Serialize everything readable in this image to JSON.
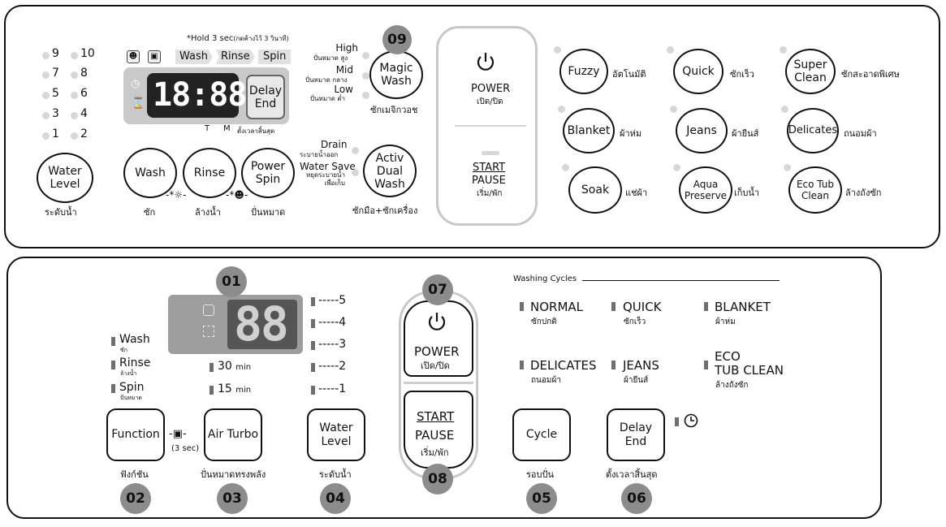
{
  "top": {
    "water_levels": [
      "9",
      "10",
      "7",
      "8",
      "5",
      "6",
      "3",
      "4",
      "1",
      "2"
    ],
    "hold_note": "*Hold 3 sec",
    "hold_note_th": "(กดค้างไว้ 3 วินาที)",
    "steps": [
      "Wash",
      "Rinse",
      "Spin"
    ],
    "display_digits": "18:88",
    "delay_end_label": "Delay\nEnd",
    "display_t": "T",
    "display_m": "M",
    "display_delay_th": "ตั้งเวลาสิ้นสุด",
    "water_level_btn": "Water\nLevel",
    "water_level_th": "ระดับน้ำ",
    "wash_btn": "Wash",
    "wash_th": "ซัก",
    "rinse_btn": "Rinse",
    "rinse_th": "ล้างน้ำ",
    "spin_btn": "Power\nSpin",
    "spin_th": "ปั่นหมาด",
    "magic_levels": [
      {
        "label": "High",
        "th": "ปั่นหมาด สูง"
      },
      {
        "label": "Mid",
        "th": "ปั่นหมาด กลาง"
      },
      {
        "label": "Low",
        "th": "ปั่นหมาด ต่ำ"
      }
    ],
    "badge_09": "09",
    "magic_wash_btn": "Magic\nWash",
    "magic_wash_th": "ซักเมจิกวอช",
    "drain_label": "Drain",
    "drain_th": "ระบายน้ำออก",
    "water_save_label": "Water Save",
    "water_save_th": "หยุดระบายน้ำ\nเพื่อเก็บ",
    "activ_btn": "Activ\nDual\nWash",
    "activ_th": "ซักมือ+ซักเครื่อง",
    "power_label": "POWER",
    "power_th": "เปิด/ปิด",
    "start_label": "START",
    "pause_label": "PAUSE",
    "start_th": "เริ่ม/พัก",
    "cycles": [
      {
        "btn": "Fuzzy",
        "th": "อัตโนมัติ"
      },
      {
        "btn": "Quick",
        "th": "ซักเร็ว"
      },
      {
        "btn": "Super\nClean",
        "th": "ซักสะอาดพิเศษ"
      },
      {
        "btn": "Blanket",
        "th": "ผ้าห่ม"
      },
      {
        "btn": "Jeans",
        "th": "ผ้ายีนส์"
      },
      {
        "btn": "Delicates",
        "th": "ถนอมผ้า"
      },
      {
        "btn": "Soak",
        "th": "แช่ผ้า"
      },
      {
        "btn": "Aqua\nPreserve",
        "th": "เก็บน้ำ"
      },
      {
        "btn": "Eco Tub\nClean",
        "th": "ล้างถังซัก"
      }
    ]
  },
  "bottom": {
    "badge_01": "01",
    "display_digits": "88",
    "func_leds": [
      {
        "label": "Wash",
        "th": "ซัก"
      },
      {
        "label": "Rinse",
        "th": "ล้างน้ำ"
      },
      {
        "label": "Spin",
        "th": "ปั่นหมาด"
      }
    ],
    "turbo_30": "30",
    "turbo_15": "15",
    "min_unit": "min",
    "levels": [
      "5",
      "4",
      "3",
      "2",
      "1"
    ],
    "function_btn": "Function",
    "function_th": "ฟังก์ชัน",
    "lock_note": "(3 sec)",
    "air_turbo_btn": "Air Turbo",
    "air_turbo_th": "ปั่นหมาดทรงพลัง",
    "water_level_btn": "Water\nLevel",
    "water_level_th": "ระดับน้ำ",
    "badge_02": "02",
    "badge_03": "03",
    "badge_04": "04",
    "badge_07": "07",
    "badge_08": "08",
    "power_label": "POWER",
    "power_th": "เปิด/ปิด",
    "start_label": "START",
    "pause_label": "PAUSE",
    "start_th": "เริ่ม/พัก",
    "washing_cycles_title": "Washing Cycles",
    "cycles": [
      {
        "label": "NORMAL",
        "th": "ซักปกติ"
      },
      {
        "label": "QUICK",
        "th": "ซักเร็ว"
      },
      {
        "label": "BLANKET",
        "th": "ผ้าห่ม"
      },
      {
        "label": "DELICATES",
        "th": "ถนอมผ้า"
      },
      {
        "label": "JEANS",
        "th": "ผ้ายีนส์"
      },
      {
        "label": "ECO\nTUB CLEAN",
        "th": "ล้างถังซัก"
      }
    ],
    "cycle_btn": "Cycle",
    "cycle_th": "รอบปั่น",
    "delay_btn": "Delay\nEnd",
    "delay_th": "ตั้งเวลาสิ้นสุด",
    "badge_05": "05",
    "badge_06": "06"
  }
}
